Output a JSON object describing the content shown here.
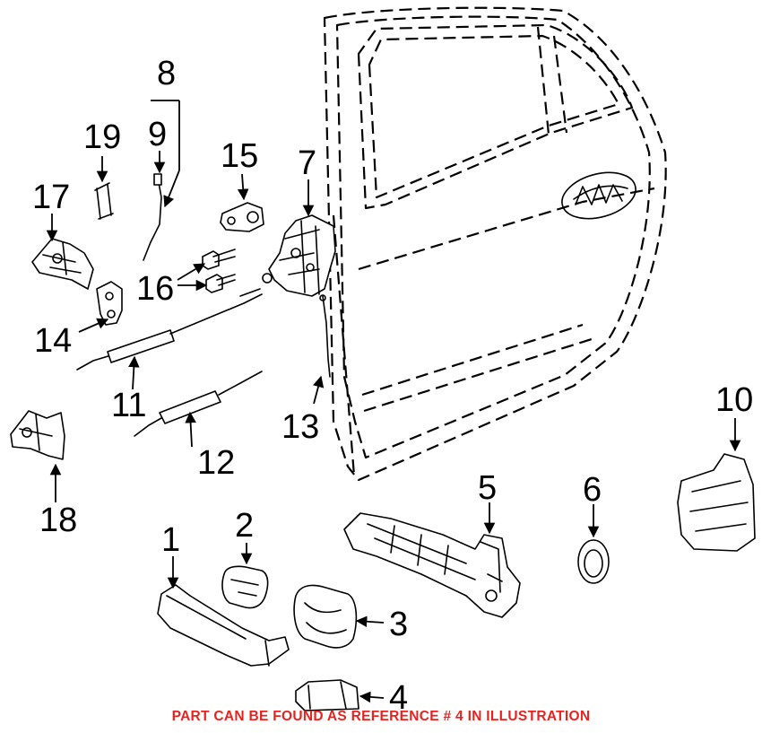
{
  "callouts": [
    "1",
    "2",
    "3",
    "4",
    "5",
    "6",
    "7",
    "8",
    "9",
    "10",
    "11",
    "12",
    "13",
    "14",
    "15",
    "16",
    "17",
    "18",
    "19"
  ],
  "footnote": "PART CAN BE FOUND AS REFERENCE # 4 IN ILLUSTRATION",
  "colors": {
    "line": "#000000",
    "footnote": "#e8231f",
    "background": "#ffffff"
  },
  "highlighted_reference": "4"
}
